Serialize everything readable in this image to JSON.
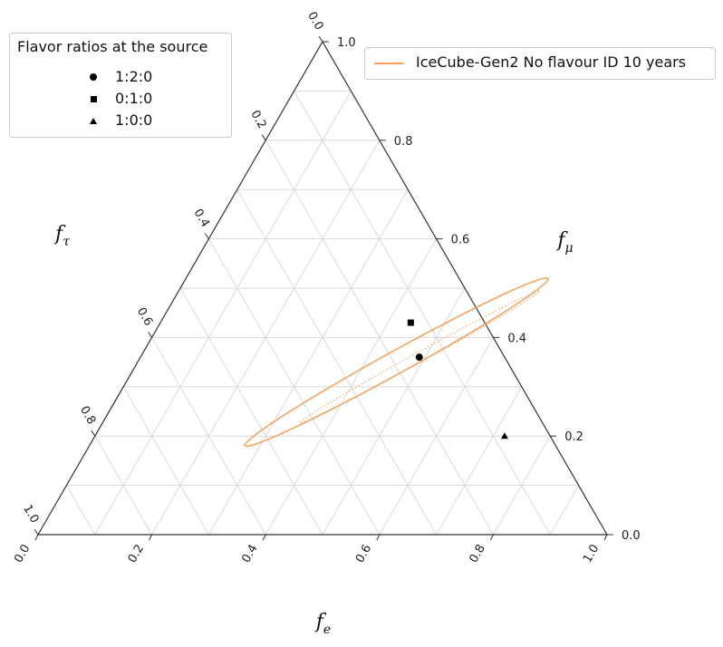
{
  "chart_data": {
    "type": "ternary",
    "axes": {
      "bottom": {
        "label": "f",
        "sub": "e",
        "ticks": [
          "0.0",
          "0.2",
          "0.4",
          "0.6",
          "0.8",
          "1.0"
        ]
      },
      "right": {
        "label": "f",
        "sub": "μ",
        "ticks": [
          "0.0",
          "0.2",
          "0.4",
          "0.6",
          "0.8",
          "1.0"
        ]
      },
      "left": {
        "label": "f",
        "sub": "τ",
        "ticks": [
          "0.0",
          "0.2",
          "0.4",
          "0.6",
          "0.8",
          "1.0"
        ]
      }
    },
    "grid": true,
    "grid_step": 0.1,
    "source_points": [
      {
        "label": "1:2:0",
        "marker": "circle",
        "fe": 0.49,
        "fmu": 0.36,
        "ftau": 0.15
      },
      {
        "label": "0:1:0",
        "marker": "square",
        "fe": 0.44,
        "fmu": 0.43,
        "ftau": 0.13
      },
      {
        "label": "1:0:0",
        "marker": "triangle",
        "fe": 0.72,
        "fmu": 0.2,
        "ftau": 0.08
      }
    ],
    "contours": [
      {
        "name": "IceCube-Gen2 No flavour ID 10 years",
        "color": "#f5a05a",
        "regions": [
          {
            "style": "solid",
            "center": {
              "fe": 0.455,
              "fmu": 0.35,
              "ftau": 0.195
            },
            "major_axis_dir": [
              0.3,
              0.28,
              -0.58
            ],
            "semi_major": 0.43,
            "semi_minor": 0.028
          },
          {
            "style": "dotted",
            "center": {
              "fe": 0.49,
              "fmu": 0.36,
              "ftau": 0.15
            },
            "major_axis_dir": [
              0.3,
              0.28,
              -0.58
            ],
            "semi_major": 0.34,
            "semi_minor": 0.012
          }
        ]
      }
    ],
    "legend": [
      {
        "title": "Flavor ratios at the source",
        "placement": "top-left"
      },
      {
        "entries": [
          "IceCube-Gen2 No flavour ID 10 years"
        ],
        "placement": "top-right"
      }
    ]
  },
  "legend_source": {
    "title": "Flavor ratios at the source",
    "entries": [
      {
        "label": "1:2:0",
        "marker": "circle-icon"
      },
      {
        "label": "0:1:0",
        "marker": "square-icon"
      },
      {
        "label": "1:0:0",
        "marker": "triangle-icon"
      }
    ]
  },
  "legend_experiment": {
    "label": "IceCube-Gen2 No flavour ID 10 years",
    "color": "#f5a05a"
  }
}
